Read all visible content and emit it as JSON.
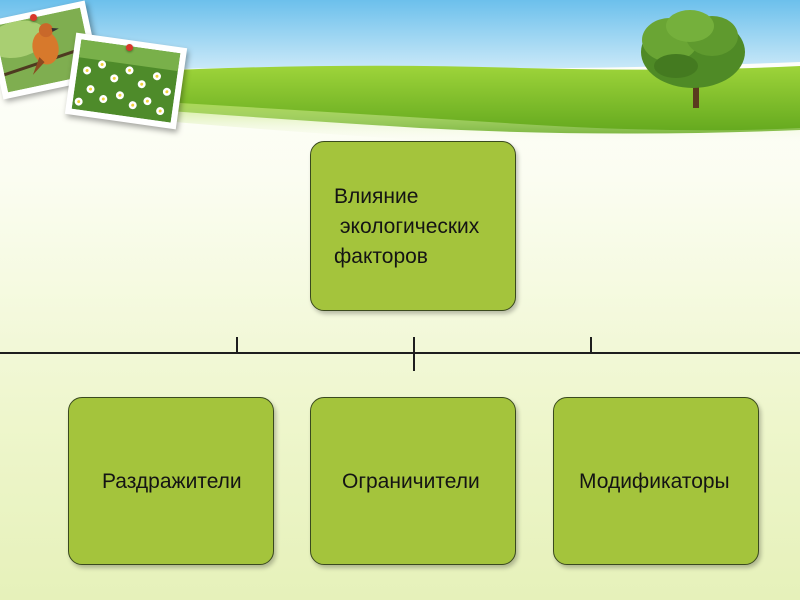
{
  "diagram": {
    "root": {
      "label": "Влияние\n экологических\nфакторов"
    },
    "children": [
      {
        "label": "Раздражители"
      },
      {
        "label": "Ограничители"
      },
      {
        "label": "Модификаторы"
      }
    ]
  },
  "colors": {
    "box_fill": "#a4c43c",
    "box_border": "#3a4a1e",
    "connector": "#1e1e1e",
    "grass": "#7cbd2c",
    "sky": "#7cc8ee"
  },
  "decorations": {
    "photos": [
      {
        "name": "bird-photo",
        "icon": "bird-icon"
      },
      {
        "name": "daisies-photo",
        "icon": "flower-icon"
      }
    ],
    "tree": {
      "icon": "tree-icon"
    }
  }
}
